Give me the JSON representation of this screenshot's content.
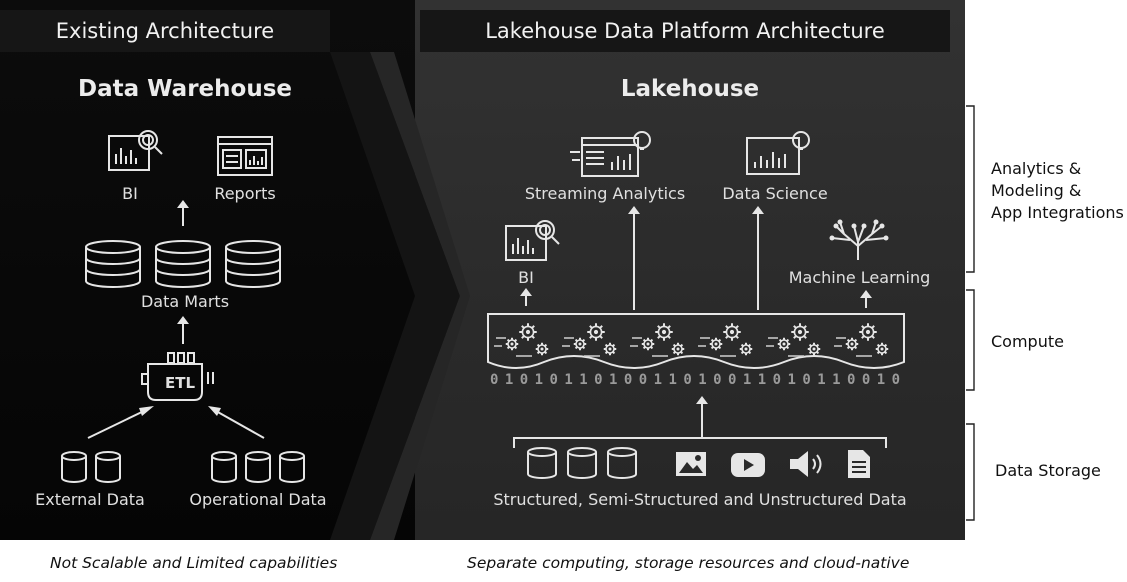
{
  "left": {
    "header": "Existing Architecture",
    "title": "Data Warehouse",
    "bi_label": "BI",
    "reports_label": "Reports",
    "data_marts_label": "Data Marts",
    "etl_label": "ETL",
    "external_label": "External Data",
    "operational_label": "Operational Data",
    "caption": "Not Scalable and Limited capabilities"
  },
  "right": {
    "header": "Lakehouse Data Platform Architecture",
    "title": "Lakehouse",
    "streaming_label": "Streaming Analytics",
    "data_science_label": "Data Science",
    "bi_label": "BI",
    "ml_label": "Machine Learning",
    "storage_label": "Structured, Semi-Structured and Unstructured Data",
    "binary_text": "0101011010011010011010110010",
    "caption": "Separate computing, storage resources and cloud-native"
  },
  "layers": {
    "analytics": [
      "Analytics &",
      "Modeling &",
      "App Integrations"
    ],
    "compute": "Compute",
    "storage": "Data Storage"
  },
  "icons": [
    "chart-magnifier-icon",
    "report-icon",
    "database-icon",
    "etl-icon",
    "streaming-chart-icon",
    "lightbulb-icon",
    "neural-tree-icon",
    "gear-icon",
    "image-icon",
    "video-icon",
    "audio-icon",
    "document-icon"
  ]
}
